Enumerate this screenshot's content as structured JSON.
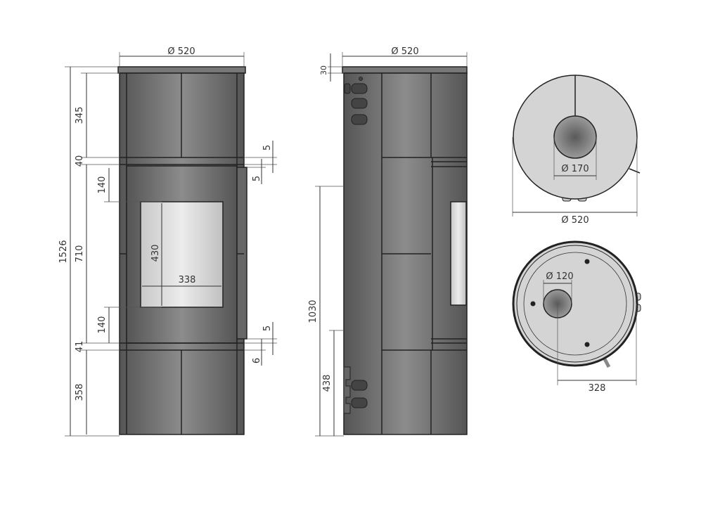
{
  "colors": {
    "body_dark": "#4a4a4a",
    "body_light": "#8a8a8a",
    "glass": "#d8d8d8",
    "plan_fill": "#d4d4d4",
    "flue": "#6a6a6a",
    "line": "#222222"
  },
  "front_view": {
    "width_label": "Ø 520",
    "total_height": "1526",
    "top_panel": "345",
    "upper_band": "40",
    "door_section": "710",
    "lower_band": "41",
    "bottom_panel": "358",
    "glass_top_offset": "140",
    "glass_bottom_offset": "140",
    "glass_height": "430",
    "glass_width": "338",
    "gap_upper_a": "5",
    "gap_upper_b": "5",
    "gap_lower_a": "5",
    "gap_lower_b": "6"
  },
  "side_view": {
    "width_label": "Ø 520",
    "top_cap": "30",
    "rear_outlet_height": "1030",
    "air_inlet_height": "438"
  },
  "top_view": {
    "flue_diameter": "Ø 170",
    "outer_diameter": "Ø 520"
  },
  "bottom_view": {
    "inlet_diameter": "Ø 120",
    "inlet_offset": "328"
  }
}
